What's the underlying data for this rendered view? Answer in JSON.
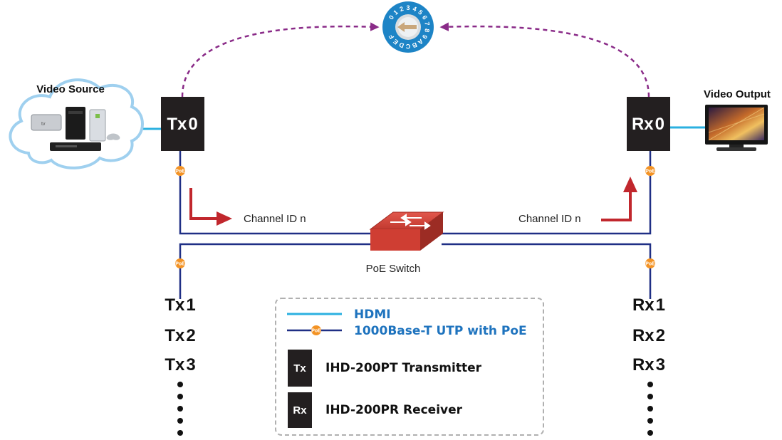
{
  "labels": {
    "video_source": "Video Source",
    "video_output": "Video Output",
    "poe_switch": "PoE Switch",
    "channel_id_left": "Channel ID n",
    "channel_id_right": "Channel ID n"
  },
  "tx0": {
    "prefix": "Tx",
    "number": "0"
  },
  "rx0": {
    "prefix": "Rx",
    "number": "0"
  },
  "poe_badge": "PoE",
  "tx_list": [
    {
      "prefix": "Tx",
      "number": "1"
    },
    {
      "prefix": "Tx",
      "number": "2"
    },
    {
      "prefix": "Tx",
      "number": "3"
    }
  ],
  "rx_list": [
    {
      "prefix": "Rx",
      "number": "1"
    },
    {
      "prefix": "Rx",
      "number": "2"
    },
    {
      "prefix": "Rx",
      "number": "3"
    }
  ],
  "dial": {
    "digits": [
      "0",
      "1",
      "2",
      "3",
      "4",
      "5",
      "6",
      "7",
      "8",
      "9",
      "A",
      "B",
      "C",
      "D",
      "E",
      "F"
    ]
  },
  "legend": {
    "hdmi": "HDMI",
    "utp": "1000Base-T UTP with PoE",
    "tx_box": "Tx",
    "tx_desc": "IHD-200PT Transmitter",
    "rx_box": "Rx",
    "rx_desc": "IHD-200PR Receiver"
  },
  "icons": {
    "cloud": "video-source-cloud-icon",
    "tv": "video-output-tv-icon",
    "switch": "poe-switch-icon",
    "dial": "rotary-id-dial-icon"
  },
  "colors": {
    "hdmi": "#2bb0e0",
    "utp": "#1f2f85",
    "poe": "#f39325",
    "arrow_red": "#c1272d",
    "arrow_purple": "#8a2b88",
    "unit_box": "#231f20",
    "dial_blue": "#1d84c6",
    "legend_text": "#1e73be"
  }
}
